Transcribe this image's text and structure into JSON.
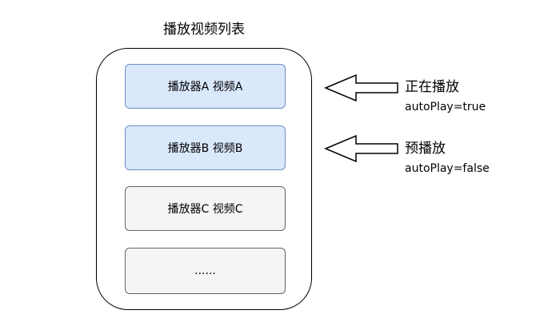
{
  "title": "播放视频列表",
  "items": [
    {
      "label": "播放器A 视频A",
      "state": "active"
    },
    {
      "label": "播放器B 视频B",
      "state": "active"
    },
    {
      "label": "播放器C 视频C",
      "state": "idle"
    },
    {
      "label": "......",
      "state": "idle"
    }
  ],
  "annotations": [
    {
      "label": "正在播放",
      "detail": "autoPlay=true"
    },
    {
      "label": "预播放",
      "detail": "autoPlay=false"
    }
  ],
  "colors": {
    "active_fill": "#dae8fc",
    "active_border": "#6c8ebf",
    "idle_fill": "#f5f5f5",
    "idle_border": "#666666"
  }
}
